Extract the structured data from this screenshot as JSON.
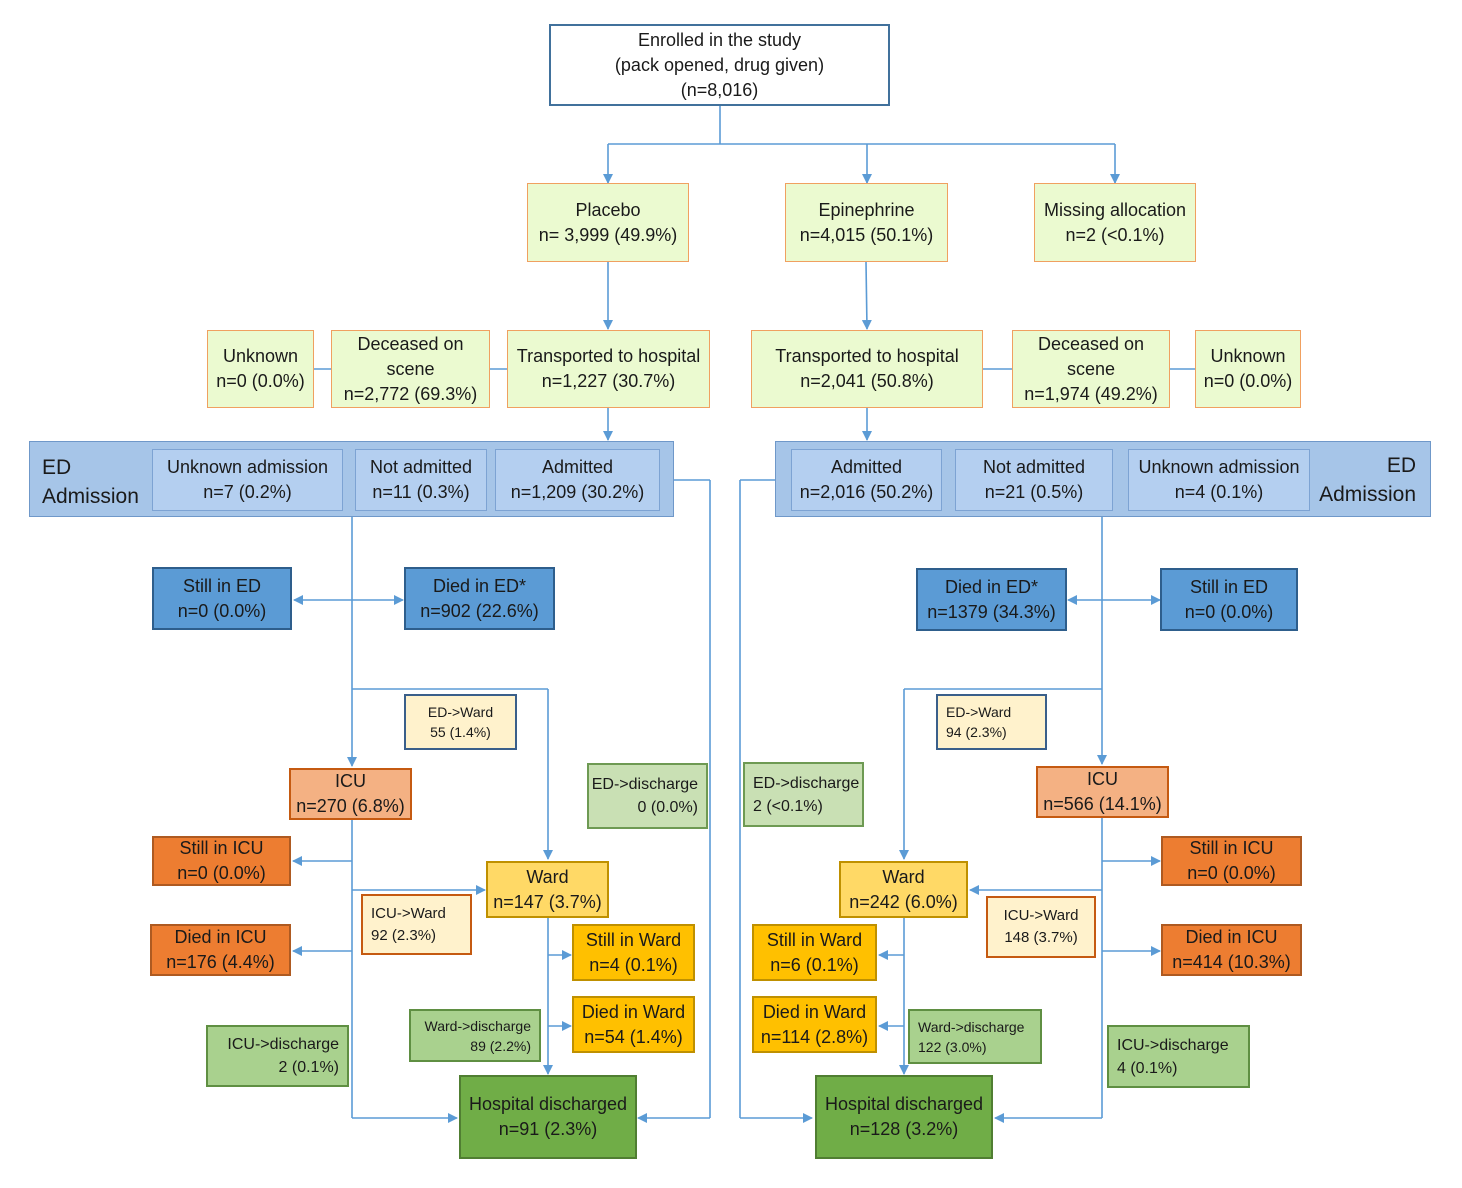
{
  "enrolled": {
    "line1": "Enrolled in the study",
    "line2": "(pack opened, drug given)",
    "line3": "(n=8,016)"
  },
  "placebo": {
    "label": "Placebo",
    "n": "n= 3,999 (49.9%)"
  },
  "epinephrine": {
    "label": "Epinephrine",
    "n": "n=4,015 (50.1%)"
  },
  "missing": {
    "label": "Missing allocation",
    "n": "n=2 (<0.1%)"
  },
  "left": {
    "unknown": {
      "label": "Unknown",
      "n": "n=0 (0.0%)"
    },
    "deceased": {
      "line1": "Deceased on",
      "line2": "scene",
      "n": "n=2,772 (69.3%)"
    },
    "transported": {
      "label": "Transported to hospital",
      "n": "n=1,227 (30.7%)"
    },
    "ed_label": {
      "line1": "ED",
      "line2": "Admission"
    },
    "unknown_admission": {
      "label": "Unknown admission",
      "n": "n=7 (0.2%)"
    },
    "not_admitted": {
      "label": "Not admitted",
      "n": "n=11 (0.3%)"
    },
    "admitted": {
      "label": "Admitted",
      "n": "n=1,209 (30.2%)"
    },
    "still_ed": {
      "label": "Still in ED",
      "n": "n=0 (0.0%)"
    },
    "died_ed": {
      "label": "Died in ED*",
      "n": "n=902 (22.6%)"
    },
    "ed_ward": {
      "label": "ED->Ward",
      "n": "55 (1.4%)"
    },
    "ed_discharge": {
      "label": "ED->discharge",
      "n": "0 (0.0%)"
    },
    "icu": {
      "label": "ICU",
      "n": "n=270 (6.8%)"
    },
    "still_icu": {
      "label": "Still in ICU",
      "n": "n=0 (0.0%)"
    },
    "died_icu": {
      "label": "Died in ICU",
      "n": "n=176 (4.4%)"
    },
    "icu_ward": {
      "label": "ICU->Ward",
      "n": "92 (2.3%)"
    },
    "ward": {
      "label": "Ward",
      "n": "n=147 (3.7%)"
    },
    "still_ward": {
      "label": "Still in Ward",
      "n": "n=4 (0.1%)"
    },
    "died_ward": {
      "label": "Died in Ward",
      "n": "n=54 (1.4%)"
    },
    "ward_discharge": {
      "label": "Ward->discharge",
      "n": "89 (2.2%)"
    },
    "icu_discharge": {
      "label": "ICU->discharge",
      "n": "2 (0.1%)"
    },
    "discharged": {
      "label": "Hospital discharged",
      "n": "n=91 (2.3%)"
    }
  },
  "right": {
    "transported": {
      "label": "Transported to hospital",
      "n": "n=2,041 (50.8%)"
    },
    "deceased": {
      "line1": "Deceased on",
      "line2": "scene",
      "n": "n=1,974 (49.2%)"
    },
    "unknown": {
      "label": "Unknown",
      "n": "n=0 (0.0%)"
    },
    "ed_label": {
      "line1": "ED",
      "line2": "Admission"
    },
    "admitted": {
      "label": "Admitted",
      "n": "n=2,016 (50.2%)"
    },
    "not_admitted": {
      "label": "Not admitted",
      "n": "n=21 (0.5%)"
    },
    "unknown_admission": {
      "label": "Unknown admission",
      "n": "n=4 (0.1%)"
    },
    "died_ed": {
      "label": "Died in ED*",
      "n": "n=1379 (34.3%)"
    },
    "still_ed": {
      "label": "Still in ED",
      "n": "n=0 (0.0%)"
    },
    "ed_ward": {
      "label": "ED->Ward",
      "n": "94 (2.3%)"
    },
    "ed_discharge": {
      "label": "ED->discharge",
      "n": "2 (<0.1%)"
    },
    "icu": {
      "label": "ICU",
      "n": "n=566 (14.1%)"
    },
    "still_icu": {
      "label": "Still in ICU",
      "n": "n=0 (0.0%)"
    },
    "died_icu": {
      "label": "Died in ICU",
      "n": "n=414 (10.3%)"
    },
    "icu_ward": {
      "label": "ICU->Ward",
      "n": "148 (3.7%)"
    },
    "ward": {
      "label": "Ward",
      "n": "n=242 (6.0%)"
    },
    "still_ward": {
      "label": "Still in Ward",
      "n": "n=6 (0.1%)"
    },
    "died_ward": {
      "label": "Died in Ward",
      "n": "n=114 (2.8%)"
    },
    "ward_discharge": {
      "label": "Ward->discharge",
      "n": "122 (3.0%)"
    },
    "icu_discharge": {
      "label": "ICU->discharge",
      "n": "4 (0.1%)"
    },
    "discharged": {
      "label": "Hospital discharged",
      "n": "n=128 (3.2%)"
    }
  }
}
